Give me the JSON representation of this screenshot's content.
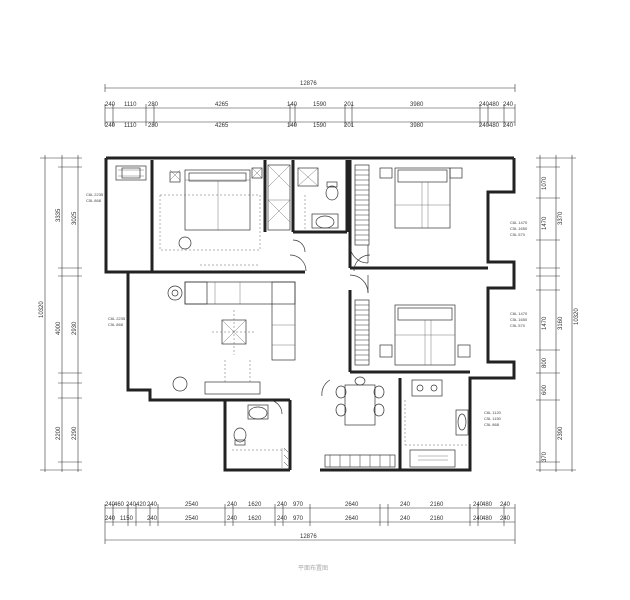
{
  "dimensions": {
    "top_total": "12876",
    "top_row1": [
      "240",
      "1110",
      "280",
      "4265",
      "140",
      "1590",
      "201",
      "3980",
      "240",
      "480",
      "240"
    ],
    "top_row2": [
      "240",
      "1110",
      "280",
      "4265",
      "140",
      "1590",
      "201",
      "3980",
      "240",
      "480",
      "240"
    ],
    "bottom_row1": [
      "240",
      "460",
      "240",
      "420",
      "240",
      "2540",
      "240",
      "1620",
      "240",
      "970",
      "2640",
      "240",
      "2160",
      "240",
      "480",
      "240"
    ],
    "bottom_row2": [
      "240",
      "1150",
      "240",
      "2540",
      "240",
      "1620",
      "240",
      "970",
      "2640",
      "240",
      "2160",
      "240",
      "480",
      "240"
    ],
    "bottom_total": "12876",
    "left_total": "10320",
    "left_segments": [
      "3335",
      "4000",
      "2200"
    ],
    "left_inner": [
      "3025",
      "2930",
      "2290"
    ],
    "right_total": "10320",
    "right_segments": [
      "3370",
      "3160",
      "2390"
    ],
    "right_inner": [
      "1070",
      "1470",
      "1470",
      "800",
      "600",
      "370"
    ]
  },
  "window_notes": {
    "upper_left": [
      "C6L 2235",
      "C5L 868"
    ],
    "living_left": [
      "C6L 2235",
      "C5L 868"
    ],
    "master_right": [
      "C6L 1470",
      "C5L 1650",
      "C5L 570"
    ],
    "bedroom2_right": [
      "C6L 1470",
      "C5L 1650",
      "C5L 570"
    ],
    "kitchen_right": [
      "C6L 1120",
      "C5L 1150",
      "C5L 868"
    ]
  },
  "footer_caption": "平面布置图"
}
